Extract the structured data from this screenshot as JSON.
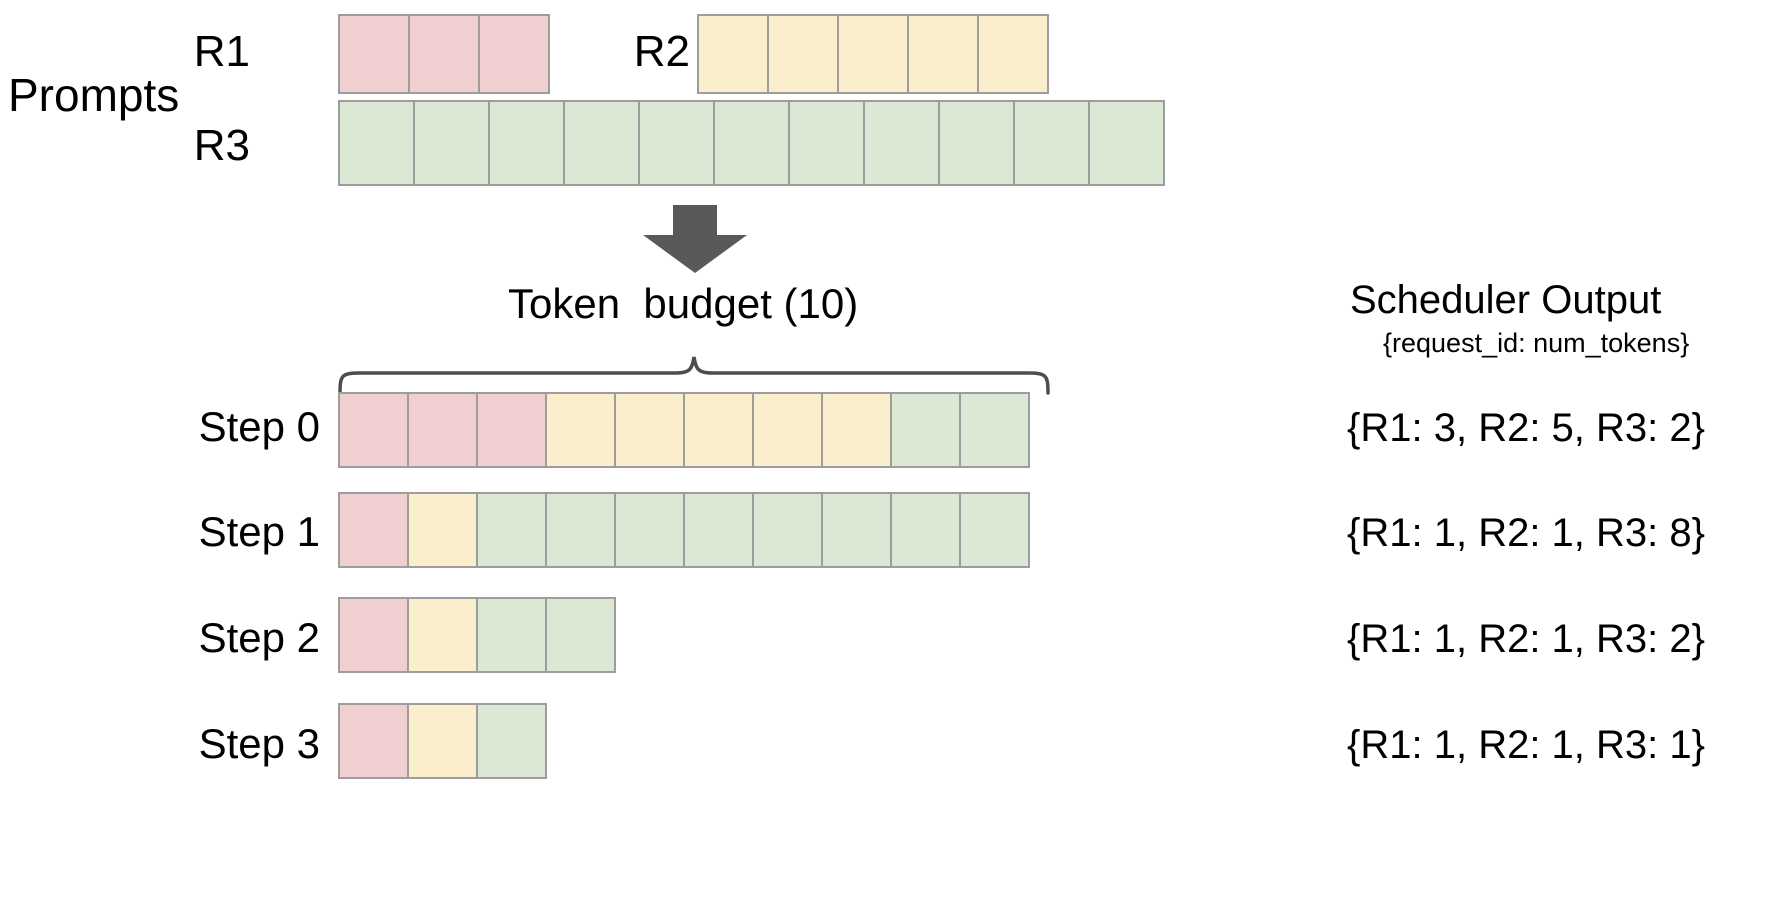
{
  "diagram": {
    "title_prompts": "Prompts",
    "arrow_icon": "down-arrow-icon",
    "brace_icon": "curly-brace-icon",
    "token_budget_label": "Token  budget (10)",
    "token_budget_value": 10,
    "colors": {
      "R1": "#efcfcf",
      "R2": "#faeecc",
      "R3": "#dbe8d4",
      "cell_border": "#9d9d9d",
      "arrow": "#595959",
      "brace": "#4d4d4d",
      "text": "#000000",
      "background": "#ffffff"
    }
  },
  "prompts": {
    "section_label": "Prompts",
    "requests": [
      {
        "id": "R1",
        "label": "R1",
        "tokens": 3,
        "color_key": "R1"
      },
      {
        "id": "R2",
        "label": "R2",
        "tokens": 5,
        "color_key": "R2"
      },
      {
        "id": "R3",
        "label": "R3",
        "tokens": 11,
        "color_key": "R3"
      }
    ]
  },
  "scheduler": {
    "title": "Scheduler Output",
    "subtitle": "{request_id: num_tokens}",
    "steps": [
      {
        "label": "Step 0",
        "output": "{R1: 3, R2: 5, R3: 2}",
        "segments": [
          {
            "request": "R1",
            "count": 3
          },
          {
            "request": "R2",
            "count": 5
          },
          {
            "request": "R3",
            "count": 2
          }
        ]
      },
      {
        "label": "Step 1",
        "output": "{R1: 1, R2: 1, R3: 8}",
        "segments": [
          {
            "request": "R1",
            "count": 1
          },
          {
            "request": "R2",
            "count": 1
          },
          {
            "request": "R3",
            "count": 8
          }
        ]
      },
      {
        "label": "Step 2",
        "output": "{R1: 1, R2: 1, R3: 2}",
        "segments": [
          {
            "request": "R1",
            "count": 1
          },
          {
            "request": "R2",
            "count": 1
          },
          {
            "request": "R3",
            "count": 2
          }
        ]
      },
      {
        "label": "Step 3",
        "output": "{R1: 1, R2: 1, R3: 1}",
        "segments": [
          {
            "request": "R1",
            "count": 1
          },
          {
            "request": "R2",
            "count": 1
          },
          {
            "request": "R3",
            "count": 1
          }
        ]
      }
    ]
  }
}
